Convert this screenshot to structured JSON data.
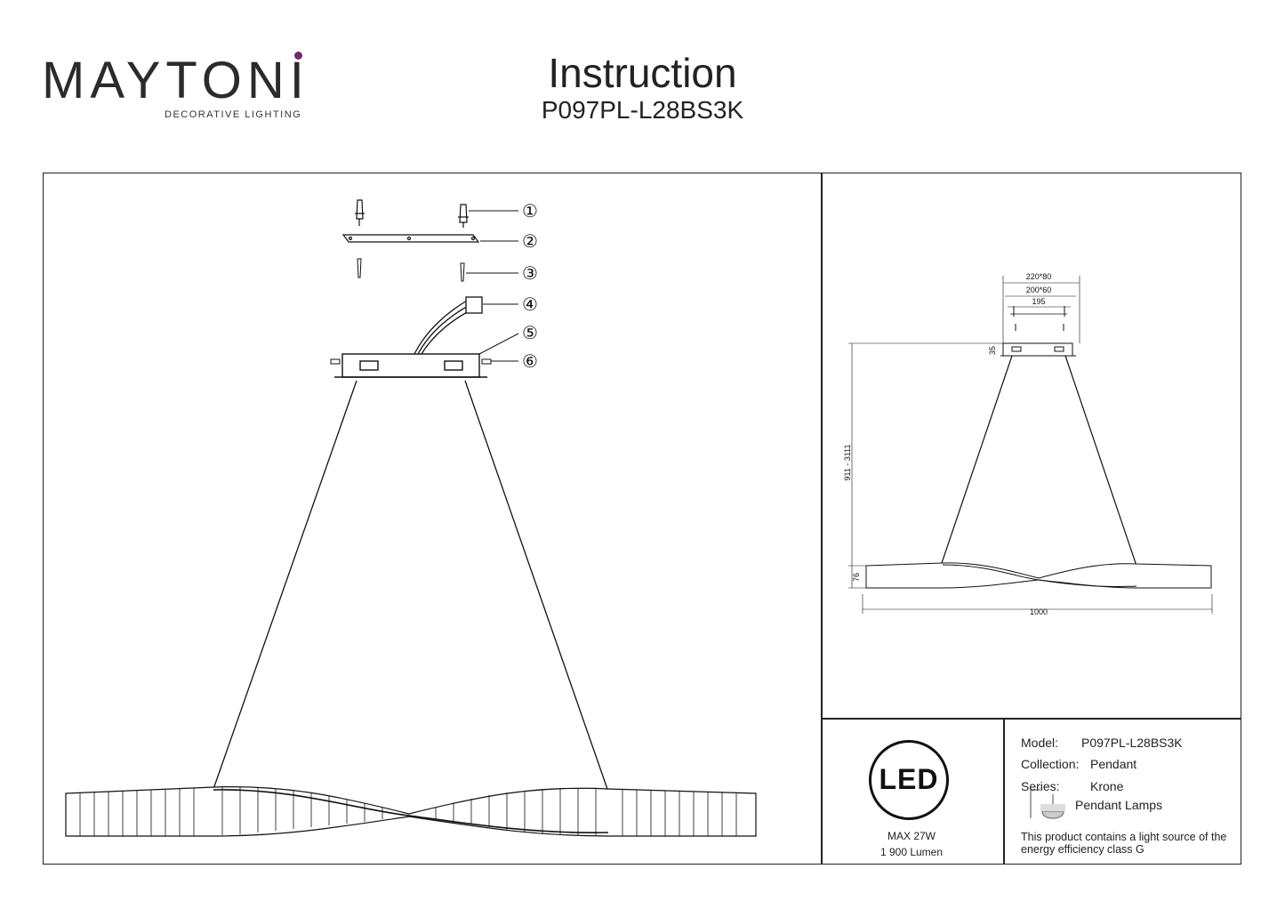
{
  "brand": {
    "name": "MAYTONI",
    "tagline": "DECORATIVE LIGHTING",
    "dot_color": "#6d2a6e"
  },
  "header": {
    "title": "Instruction",
    "model_code": "P097PL-L28BS3K"
  },
  "parts": {
    "labels": [
      "①",
      "②",
      "③",
      "④",
      "⑤",
      "⑥"
    ]
  },
  "dimensions": {
    "canopy_outer": "220*80",
    "canopy_inner": "200*60",
    "mount_span": "195",
    "canopy_height": "35",
    "suspension_range": "911 - 3111",
    "body_height": "76",
    "length": "1000"
  },
  "led": {
    "badge": "LED",
    "power": "MAX 27W",
    "lumen": "1 900 Lumen"
  },
  "info": {
    "model_label": "Model:",
    "model_value": "P097PL-L28BS3K",
    "collection_label": "Collection:",
    "collection_value": "Pendant",
    "series_label": "Series:",
    "series_value": "Krone",
    "type_value": "Pendant Lamps",
    "note": "This product contains a light source of the energy efficiency class G"
  }
}
